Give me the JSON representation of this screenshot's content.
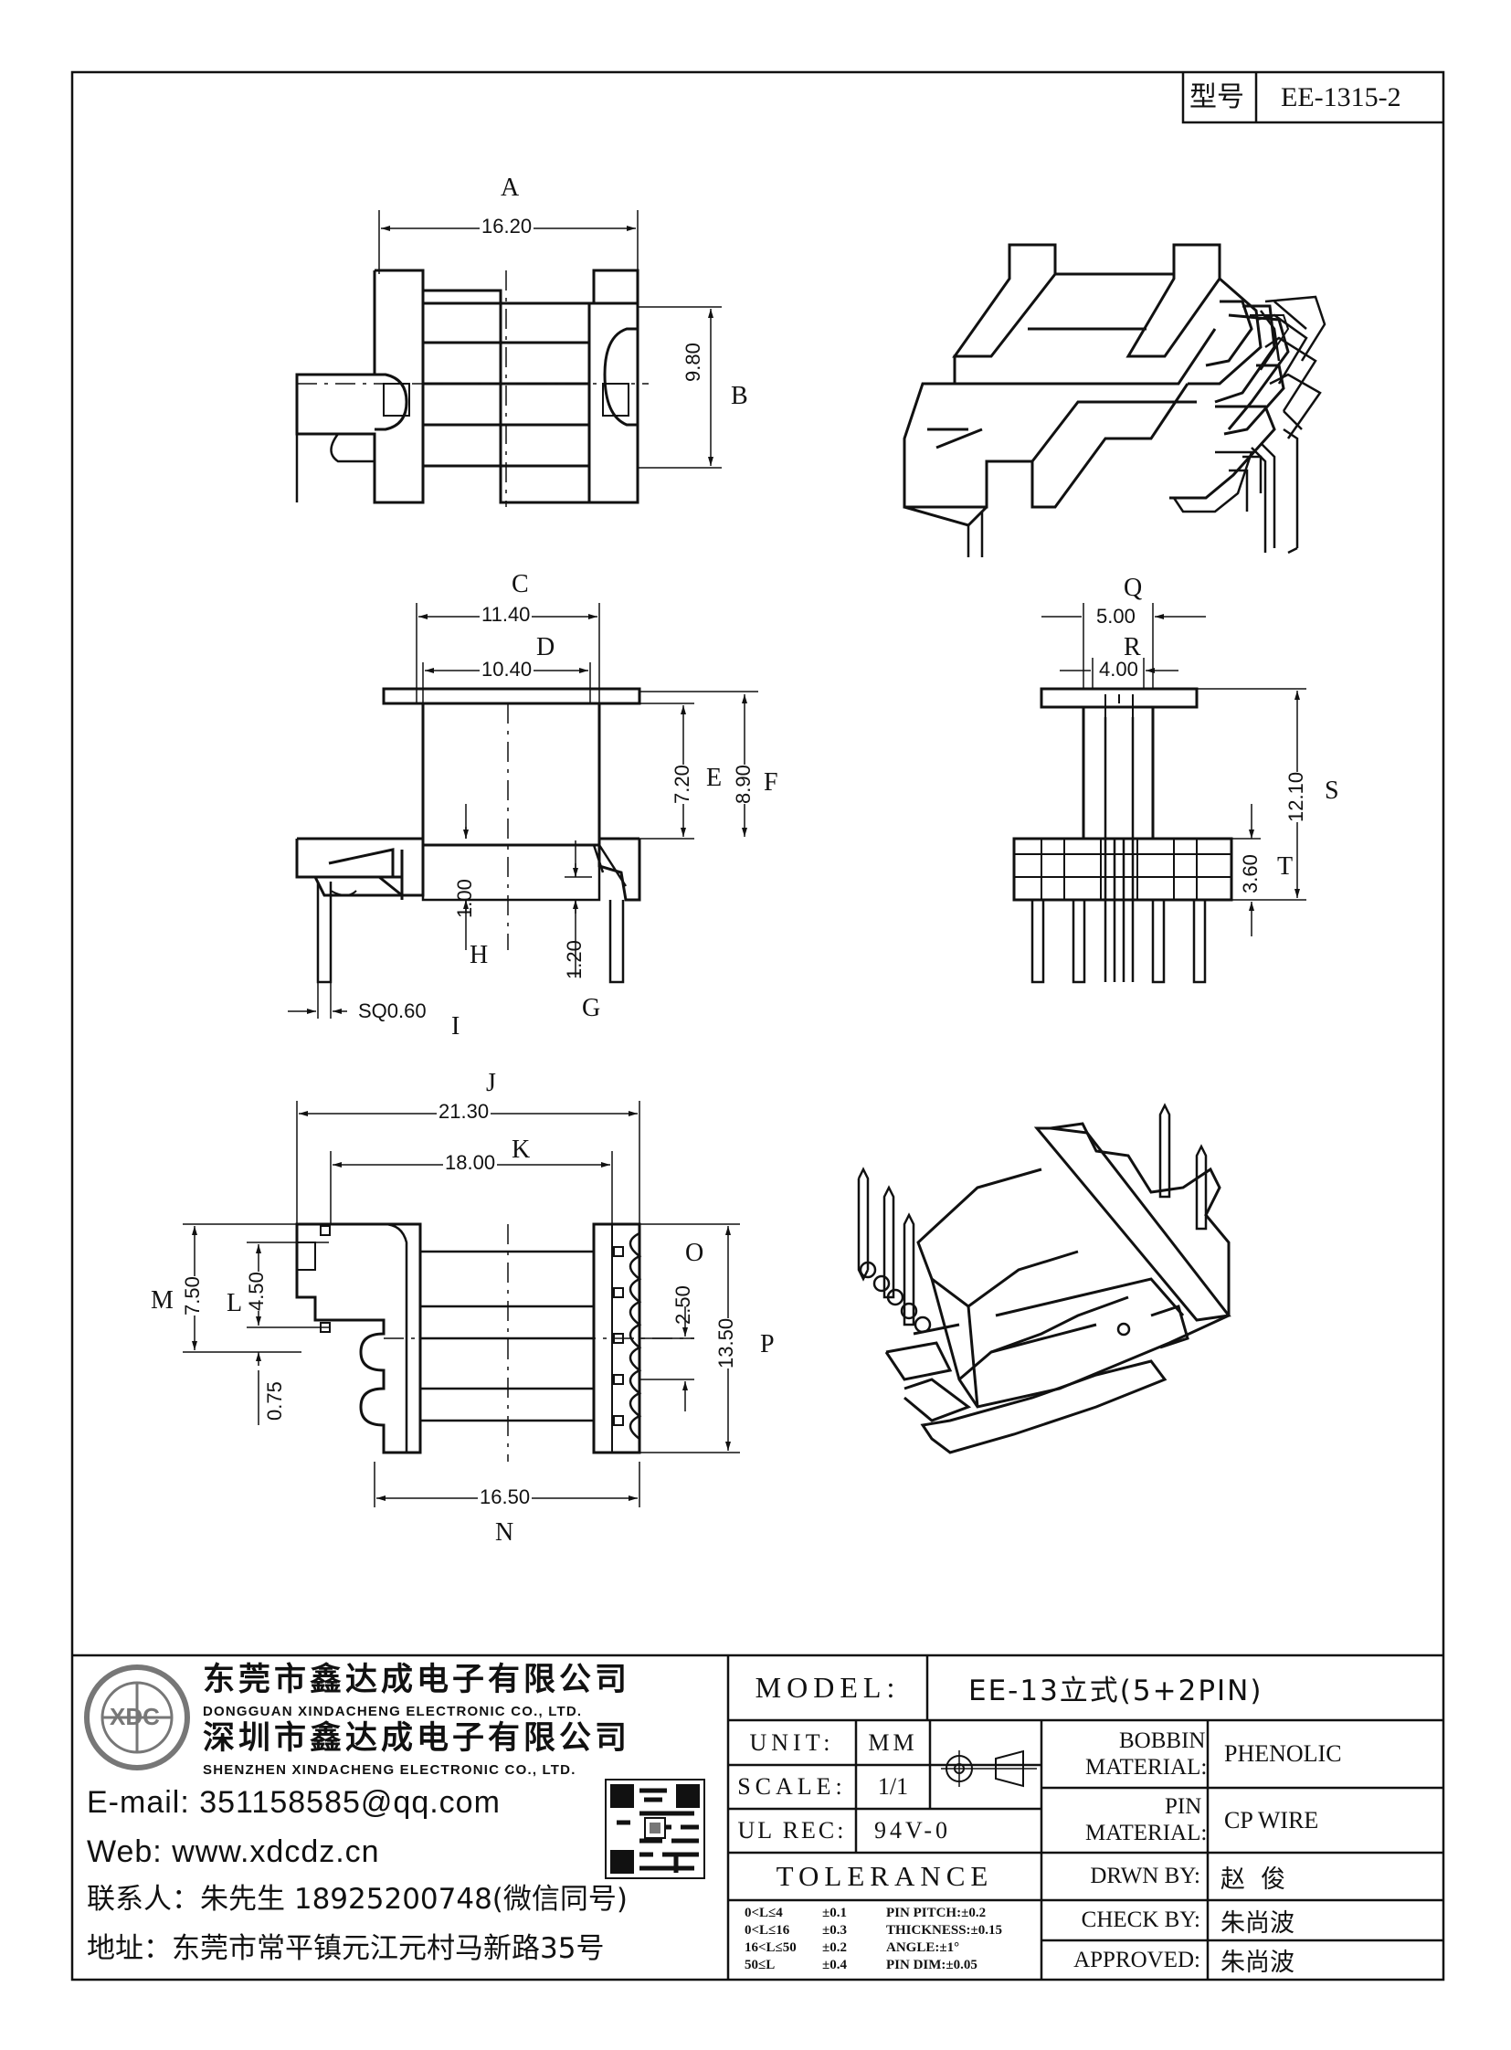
{
  "header": {
    "type_label": "型号",
    "type_value": "EE-1315-2"
  },
  "dims": {
    "A": "A",
    "A_val": "16.20",
    "B": "B",
    "B_val": "9.80",
    "C": "C",
    "C_val": "11.40",
    "D": "D",
    "D_val": "10.40",
    "E": "E",
    "E_val": "7.20",
    "F": "F",
    "F_val": "8.90",
    "H": "H",
    "H_val": "1.00",
    "G": "G",
    "G_val": "1.20",
    "I": "I",
    "I_val": "SQ0.60",
    "Q": "Q",
    "Q_val": "5.00",
    "R": "R",
    "R_val": "4.00",
    "S": "S",
    "S_val": "12.10",
    "T": "T",
    "T_val": "3.60",
    "J": "J",
    "J_val": "21.30",
    "K": "K",
    "K_val": "18.00",
    "M": "M",
    "M_val": "7.50",
    "L": "L",
    "L_val": "4.50",
    "L2_val": "0.75",
    "O": "O",
    "O_val": "2.50",
    "P": "P",
    "P_val": "13.50",
    "N": "N",
    "N_val": "16.50"
  },
  "company": {
    "name_cn_1": "东莞市鑫达成电子有限公司",
    "name_en_1": "DONGGUAN XINDACHENG ELECTRONIC CO., LTD.",
    "name_cn_2": "深圳市鑫达成电子有限公司",
    "name_en_2": "SHENZHEN XINDACHENG ELECTRONIC CO., LTD.",
    "logo_text": "XDC",
    "email": "E-mail: 351158585@qq.com",
    "web": "Web: www.xdcdz.cn",
    "contact": "联系人：朱先生 18925200748(微信同号)",
    "address": "地址：东莞市常平镇元江元村马新路35号"
  },
  "titleblock": {
    "model_label": "MODEL:",
    "model_value": "EE-13立式(5+2PIN)",
    "unit_label": "UNIT:",
    "unit_value": "MM",
    "scale_label": "SCALE:",
    "scale_value": "1/1",
    "ul_label": "UL REC:",
    "ul_value": "94V-0",
    "tolerance_label": "TOLERANCE",
    "tol_rows": [
      {
        "range": "0<L≤4",
        "tol": "±0.1",
        "item": "PIN PITCH:±0.2"
      },
      {
        "range": "0<L≤16",
        "tol": "±0.3",
        "item": "THICKNESS:±0.15"
      },
      {
        "range": "16<L≤50",
        "tol": "±0.2",
        "item": "ANGLE:±1°"
      },
      {
        "range": "50≤L",
        "tol": "±0.4",
        "item": "PIN DIM:±0.05"
      }
    ],
    "bobbin_label_1": "BOBBIN",
    "bobbin_label_2": "MATERIAL:",
    "bobbin_value": "PHENOLIC",
    "pin_label_1": "PIN",
    "pin_label_2": "MATERIAL:",
    "pin_value": "CP WIRE",
    "drawn_label": "DRWN BY:",
    "drawn_value": "赵  俊",
    "check_label": "CHECK BY:",
    "check_value": "朱尚波",
    "approved_label": "APPROVED:",
    "approved_value": "朱尚波"
  }
}
